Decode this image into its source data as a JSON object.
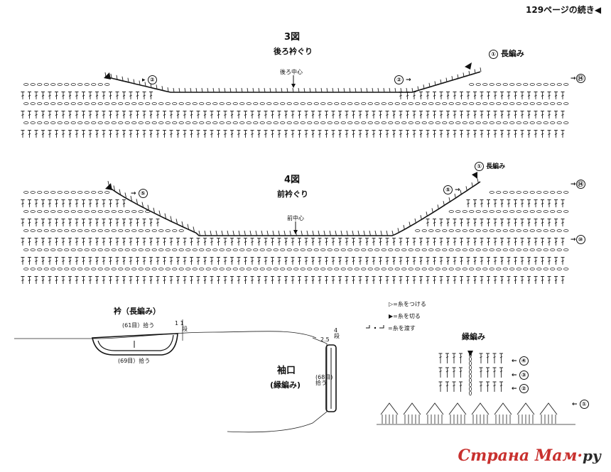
{
  "header": {
    "continuation": "129ページの続き"
  },
  "figure3": {
    "number": "3図",
    "title": "後ろ衿ぐり",
    "center_label": "後ろ中心",
    "arrow_row": "②",
    "arrow_row_right": "⑭",
    "start_marker": "①",
    "start_label": "長編み"
  },
  "figure4": {
    "number": "4図",
    "title": "前衿ぐり",
    "center_label": "前中心",
    "arrow_row": "⑤",
    "arrow_row_right_top": "⑭",
    "arrow_row_right_mid": "⑩",
    "start_marker": "①",
    "start_label": "長編み"
  },
  "collar": {
    "title": "衿（長編み）",
    "pickup_top": "(61目）拾う",
    "pickup_bottom": "(69目）拾う",
    "rows": "1",
    "rows_fraction": "1",
    "rows_unit": "段"
  },
  "cuff": {
    "title": "袖口",
    "subtitle": "(縁編み)",
    "pickup": "(68目)",
    "pickup_unit": "拾う",
    "width": "2.5",
    "rows": "4",
    "rows_unit": "段"
  },
  "legend": {
    "attach": "=糸をつける",
    "cut": "=糸を切る",
    "carry": "=糸を渡す"
  },
  "edging": {
    "title": "縁編み",
    "rows": [
      "④",
      "③",
      "②",
      "①"
    ]
  },
  "watermark": {
    "text": "Страна Мам",
    "dot": "·",
    "ru": "ру"
  }
}
